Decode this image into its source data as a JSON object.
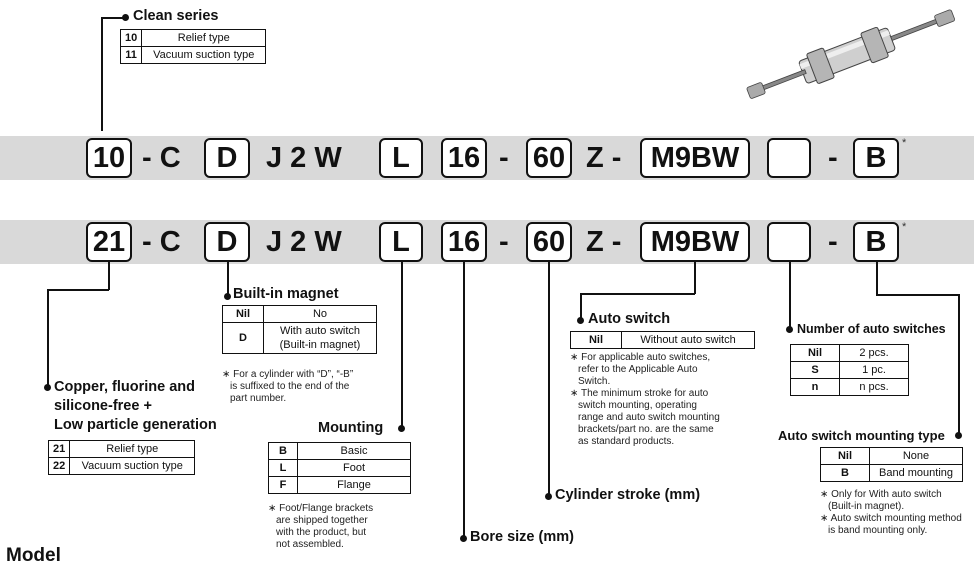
{
  "clean_series": {
    "title": "Clean series",
    "rows": [
      {
        "code": "10",
        "label": "Relief type"
      },
      {
        "code": "11",
        "label": "Vacuum suction type"
      }
    ]
  },
  "code_row_1": {
    "box1": "10",
    "sep1": "- C",
    "box2": "D",
    "sep2": "J 2 W",
    "box3": "L",
    "box4": "16",
    "sep3": "-",
    "box5": "60",
    "sep4": "Z -",
    "box6": "M9BW",
    "box7": "",
    "sep5": "-",
    "box8": "B",
    "asterisk": "*"
  },
  "code_row_2": {
    "box1": "21",
    "sep1": "- C",
    "box2": "D",
    "sep2": "J 2 W",
    "box3": "L",
    "box4": "16",
    "sep3": "-",
    "box5": "60",
    "sep4": "Z -",
    "box6": "M9BW",
    "box7": "",
    "sep5": "-",
    "box8": "B",
    "asterisk": "*"
  },
  "built_in_magnet": {
    "title": "Built-in magnet",
    "rows": [
      {
        "code": "Nil",
        "label": "No"
      },
      {
        "code": "D",
        "label_line1": "With auto switch",
        "label_line2": "(Built-in magnet)"
      }
    ],
    "note_line1": "∗ For a cylinder with “D”, “-B”",
    "note_line2": "is suffixed to the end of the",
    "note_line3": "part number."
  },
  "copper_free": {
    "title_line1": "Copper, fluorine and",
    "title_line2": "silicone-free +",
    "title_line3": "Low particle generation",
    "rows": [
      {
        "code": "21",
        "label": "Relief type"
      },
      {
        "code": "22",
        "label": "Vacuum suction type"
      }
    ]
  },
  "mounting": {
    "title": "Mounting",
    "rows": [
      {
        "code": "B",
        "label": "Basic"
      },
      {
        "code": "L",
        "label": "Foot"
      },
      {
        "code": "F",
        "label": "Flange"
      }
    ],
    "note_line1": "∗ Foot/Flange brackets",
    "note_line2": "are shipped together",
    "note_line3": "with the product, but",
    "note_line4": "not assembled."
  },
  "bore_size": {
    "title": "Bore size (mm)"
  },
  "cylinder_stroke": {
    "title": "Cylinder stroke (mm)"
  },
  "auto_switch": {
    "title": "Auto switch",
    "rows": [
      {
        "code": "Nil",
        "label": "Without auto switch"
      }
    ],
    "note1_line1": "∗ For applicable auto switches,",
    "note1_line2": "refer to the Applicable Auto",
    "note1_line3": "Switch.",
    "note2_line1": "∗ The minimum stroke for auto",
    "note2_line2": "switch mounting, operating",
    "note2_line3": "range and auto switch mounting",
    "note2_line4": "brackets/part no. are the same",
    "note2_line5": "as standard products."
  },
  "num_switches": {
    "title": "Number of auto switches",
    "rows": [
      {
        "code": "Nil",
        "label": "2 pcs."
      },
      {
        "code": "S",
        "label": "1 pc."
      },
      {
        "code": "n",
        "label": "n pcs."
      }
    ]
  },
  "switch_mounting_type": {
    "title": "Auto switch mounting type",
    "rows": [
      {
        "code": "Nil",
        "label": "None"
      },
      {
        "code": "B",
        "label": "Band mounting"
      }
    ],
    "note1_line1": "∗ Only for With auto switch",
    "note1_line2": "(Built-in magnet).",
    "note2_line1": "∗ Auto switch mounting method",
    "note2_line2": "is band mounting only."
  },
  "model_heading": "Model",
  "colors": {
    "band": "#d9d9d9",
    "ink": "#111111",
    "box_bg": "#ffffff"
  }
}
